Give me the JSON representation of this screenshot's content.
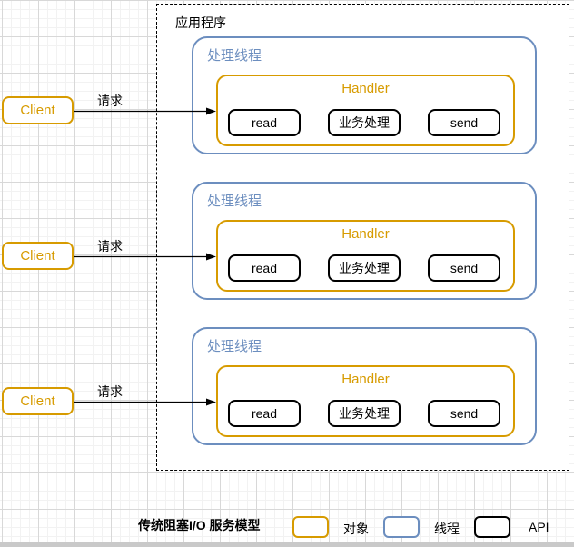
{
  "application": {
    "label": "应用程序"
  },
  "threads": [
    {
      "label": "处理线程",
      "handler": {
        "label": "Handler",
        "steps": [
          "read",
          "业务处理",
          "send"
        ]
      }
    },
    {
      "label": "处理线程",
      "handler": {
        "label": "Handler",
        "steps": [
          "read",
          "业务处理",
          "send"
        ]
      }
    },
    {
      "label": "处理线程",
      "handler": {
        "label": "Handler",
        "steps": [
          "read",
          "业务处理",
          "send"
        ]
      }
    }
  ],
  "clients": [
    {
      "label": "Client",
      "request_label": "请求"
    },
    {
      "label": "Client",
      "request_label": "请求"
    },
    {
      "label": "Client",
      "request_label": "请求"
    }
  ],
  "legend": {
    "title": "传统阻塞I/O 服务模型",
    "items": [
      {
        "label": "对象",
        "color": "#D79B00"
      },
      {
        "label": "线程",
        "color": "#6C8EBF"
      },
      {
        "label": "API",
        "color": "#000000"
      }
    ]
  },
  "colors": {
    "object_accent": "#D79B00",
    "thread_accent": "#6C8EBF",
    "api_border": "#000000",
    "grid_minor": "#F2F2F2",
    "grid_major": "#D8D8D8"
  }
}
